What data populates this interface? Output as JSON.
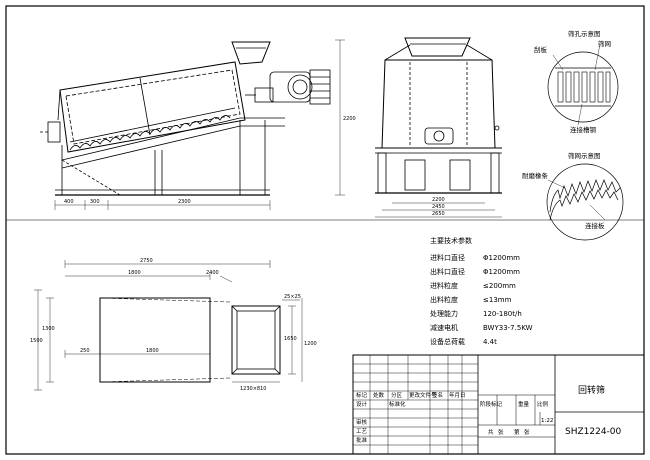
{
  "side_view": {
    "dims_bottom": [
      "400",
      "300",
      "2300"
    ],
    "dim_right": "2200"
  },
  "end_view": {
    "dims_bottom": [
      "2200",
      "2450",
      "2650"
    ]
  },
  "detail_top": {
    "title": "筛孔示意图",
    "labels": [
      "刮板",
      "筛网",
      "连接槽钢"
    ]
  },
  "detail_bottom": {
    "title": "筛网示意图",
    "labels": [
      "耐磨橡条",
      "连接板"
    ]
  },
  "plan_view": {
    "dims_top": [
      "2750",
      "1800",
      "2400"
    ],
    "dims_left": [
      "1500",
      "1300"
    ],
    "dims_bottom": [
      "250",
      "1800"
    ],
    "dims_right": [
      "1650",
      "1200"
    ],
    "dim_right_top": "25×25",
    "dim_base": "1230×810"
  },
  "specs": {
    "title": "主要技术参数",
    "rows": [
      {
        "label": "进料口直径",
        "value": "Φ1200mm"
      },
      {
        "label": "出料口直径",
        "value": "Φ1200mm"
      },
      {
        "label": "进料粒度",
        "value": "≤200mm"
      },
      {
        "label": "出料粒度",
        "value": "≤13mm"
      },
      {
        "label": "处理能力",
        "value": "120-180t/h"
      },
      {
        "label": "减速电机",
        "value": "BWY33-7.5KW"
      },
      {
        "label": "设备总荷载",
        "value": "4.4t"
      }
    ]
  },
  "title_block": {
    "name": "回转筛",
    "drawing_no": "SHZ1224-00",
    "scale": "1:22",
    "headers": [
      "标记",
      "处数",
      "分区",
      "更改文件号",
      "签名",
      "年月日"
    ],
    "row_labels": [
      "设计",
      "审核",
      "工艺",
      "标准化",
      "批准"
    ],
    "stage_headers": [
      "阶段标记",
      "重量",
      "比例"
    ],
    "sheet_labels": [
      "共",
      "张",
      "第",
      "张"
    ]
  }
}
